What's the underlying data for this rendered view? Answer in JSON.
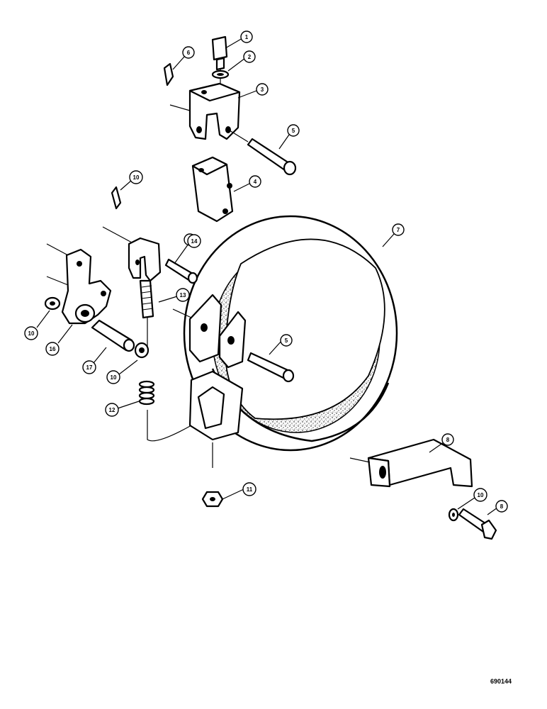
{
  "reference_code": "690144",
  "callouts": [
    {
      "id": "c1",
      "label": "1"
    },
    {
      "id": "c2",
      "label": "2"
    },
    {
      "id": "c3",
      "label": "3"
    },
    {
      "id": "c4",
      "label": "4"
    },
    {
      "id": "c5a",
      "label": "5"
    },
    {
      "id": "c5b",
      "label": "5"
    },
    {
      "id": "c6",
      "label": "6"
    },
    {
      "id": "c7",
      "label": "7"
    },
    {
      "id": "c8a",
      "label": "8"
    },
    {
      "id": "c8b",
      "label": "8"
    },
    {
      "id": "c9",
      "label": "9"
    },
    {
      "id": "c10a",
      "label": "10"
    },
    {
      "id": "c10b",
      "label": "10"
    },
    {
      "id": "c10c",
      "label": "10"
    },
    {
      "id": "c10d",
      "label": "10"
    },
    {
      "id": "c11",
      "label": "11"
    },
    {
      "id": "c12",
      "label": "12"
    },
    {
      "id": "c13",
      "label": "13"
    },
    {
      "id": "c14",
      "label": "14"
    },
    {
      "id": "c16",
      "label": "16"
    },
    {
      "id": "c17",
      "label": "17"
    }
  ]
}
